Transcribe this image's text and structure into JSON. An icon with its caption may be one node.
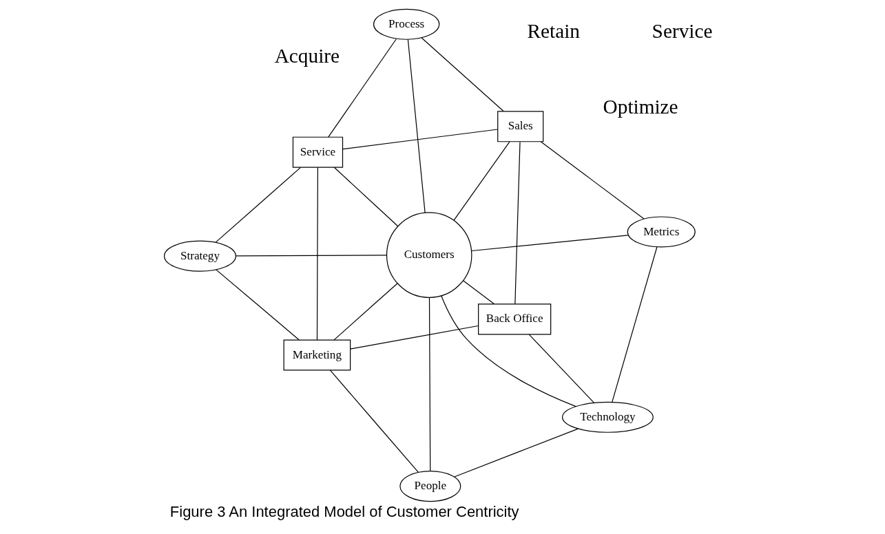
{
  "diagram": {
    "caption": "Figure 3 An Integrated Model of Customer Centricity",
    "nodes": [
      {
        "text": [
          "Strategy"
        ]
      },
      {
        "text": [
          "Service"
        ]
      },
      {
        "text": [
          "Marketing"
        ]
      },
      {
        "text": [
          "Process"
        ]
      },
      {
        "text": [
          "Customers"
        ]
      },
      {
        "text": [
          "People"
        ]
      },
      {
        "text": [
          "Sales"
        ]
      },
      {
        "text": [
          "Back Office"
        ]
      },
      {
        "text": [
          "Metrics"
        ]
      },
      {
        "text": [
          "Technology"
        ]
      }
    ],
    "edges": [
      {
        "from": 0,
        "to": 1,
        "arrow": "none"
      },
      {
        "from": 0,
        "to": 2,
        "arrow": "none"
      },
      {
        "from": 0,
        "to": 4,
        "arrow": "none"
      },
      {
        "from": 1,
        "to": 2,
        "arrow": "none"
      },
      {
        "from": 1,
        "to": 3,
        "arrow": "none"
      },
      {
        "from": 1,
        "to": 4,
        "arrow": "none"
      },
      {
        "from": 1,
        "to": 6,
        "arrow": "none"
      },
      {
        "from": 2,
        "to": 5,
        "arrow": "none"
      },
      {
        "from": 2,
        "to": 4,
        "arrow": "none"
      },
      {
        "from": 2,
        "to": 7,
        "arrow": "none"
      },
      {
        "from": 3,
        "to": 4,
        "arrow": "none"
      },
      {
        "from": 3,
        "to": 6,
        "arrow": "none"
      },
      {
        "from": 5,
        "to": 4,
        "arrow": "none"
      },
      {
        "from": 5,
        "to": 9,
        "arrow": "none"
      },
      {
        "from": 4,
        "to": 6,
        "arrow": "none"
      },
      {
        "from": 4,
        "to": 8,
        "arrow": "none"
      },
      {
        "from": 4,
        "to": 9,
        "arrow": "none"
      },
      {
        "from": 4,
        "to": 7,
        "arrow": "none"
      },
      {
        "from": 6,
        "to": 7,
        "arrow": "none"
      },
      {
        "from": 6,
        "to": 8,
        "arrow": "none"
      },
      {
        "from": 7,
        "to": 9,
        "arrow": "none"
      },
      {
        "from": 8,
        "to": 9,
        "arrow": "none"
      }
    ],
    "labels": [
      "Optimize",
      "Acquire",
      "Service",
      "Retain"
    ]
  }
}
